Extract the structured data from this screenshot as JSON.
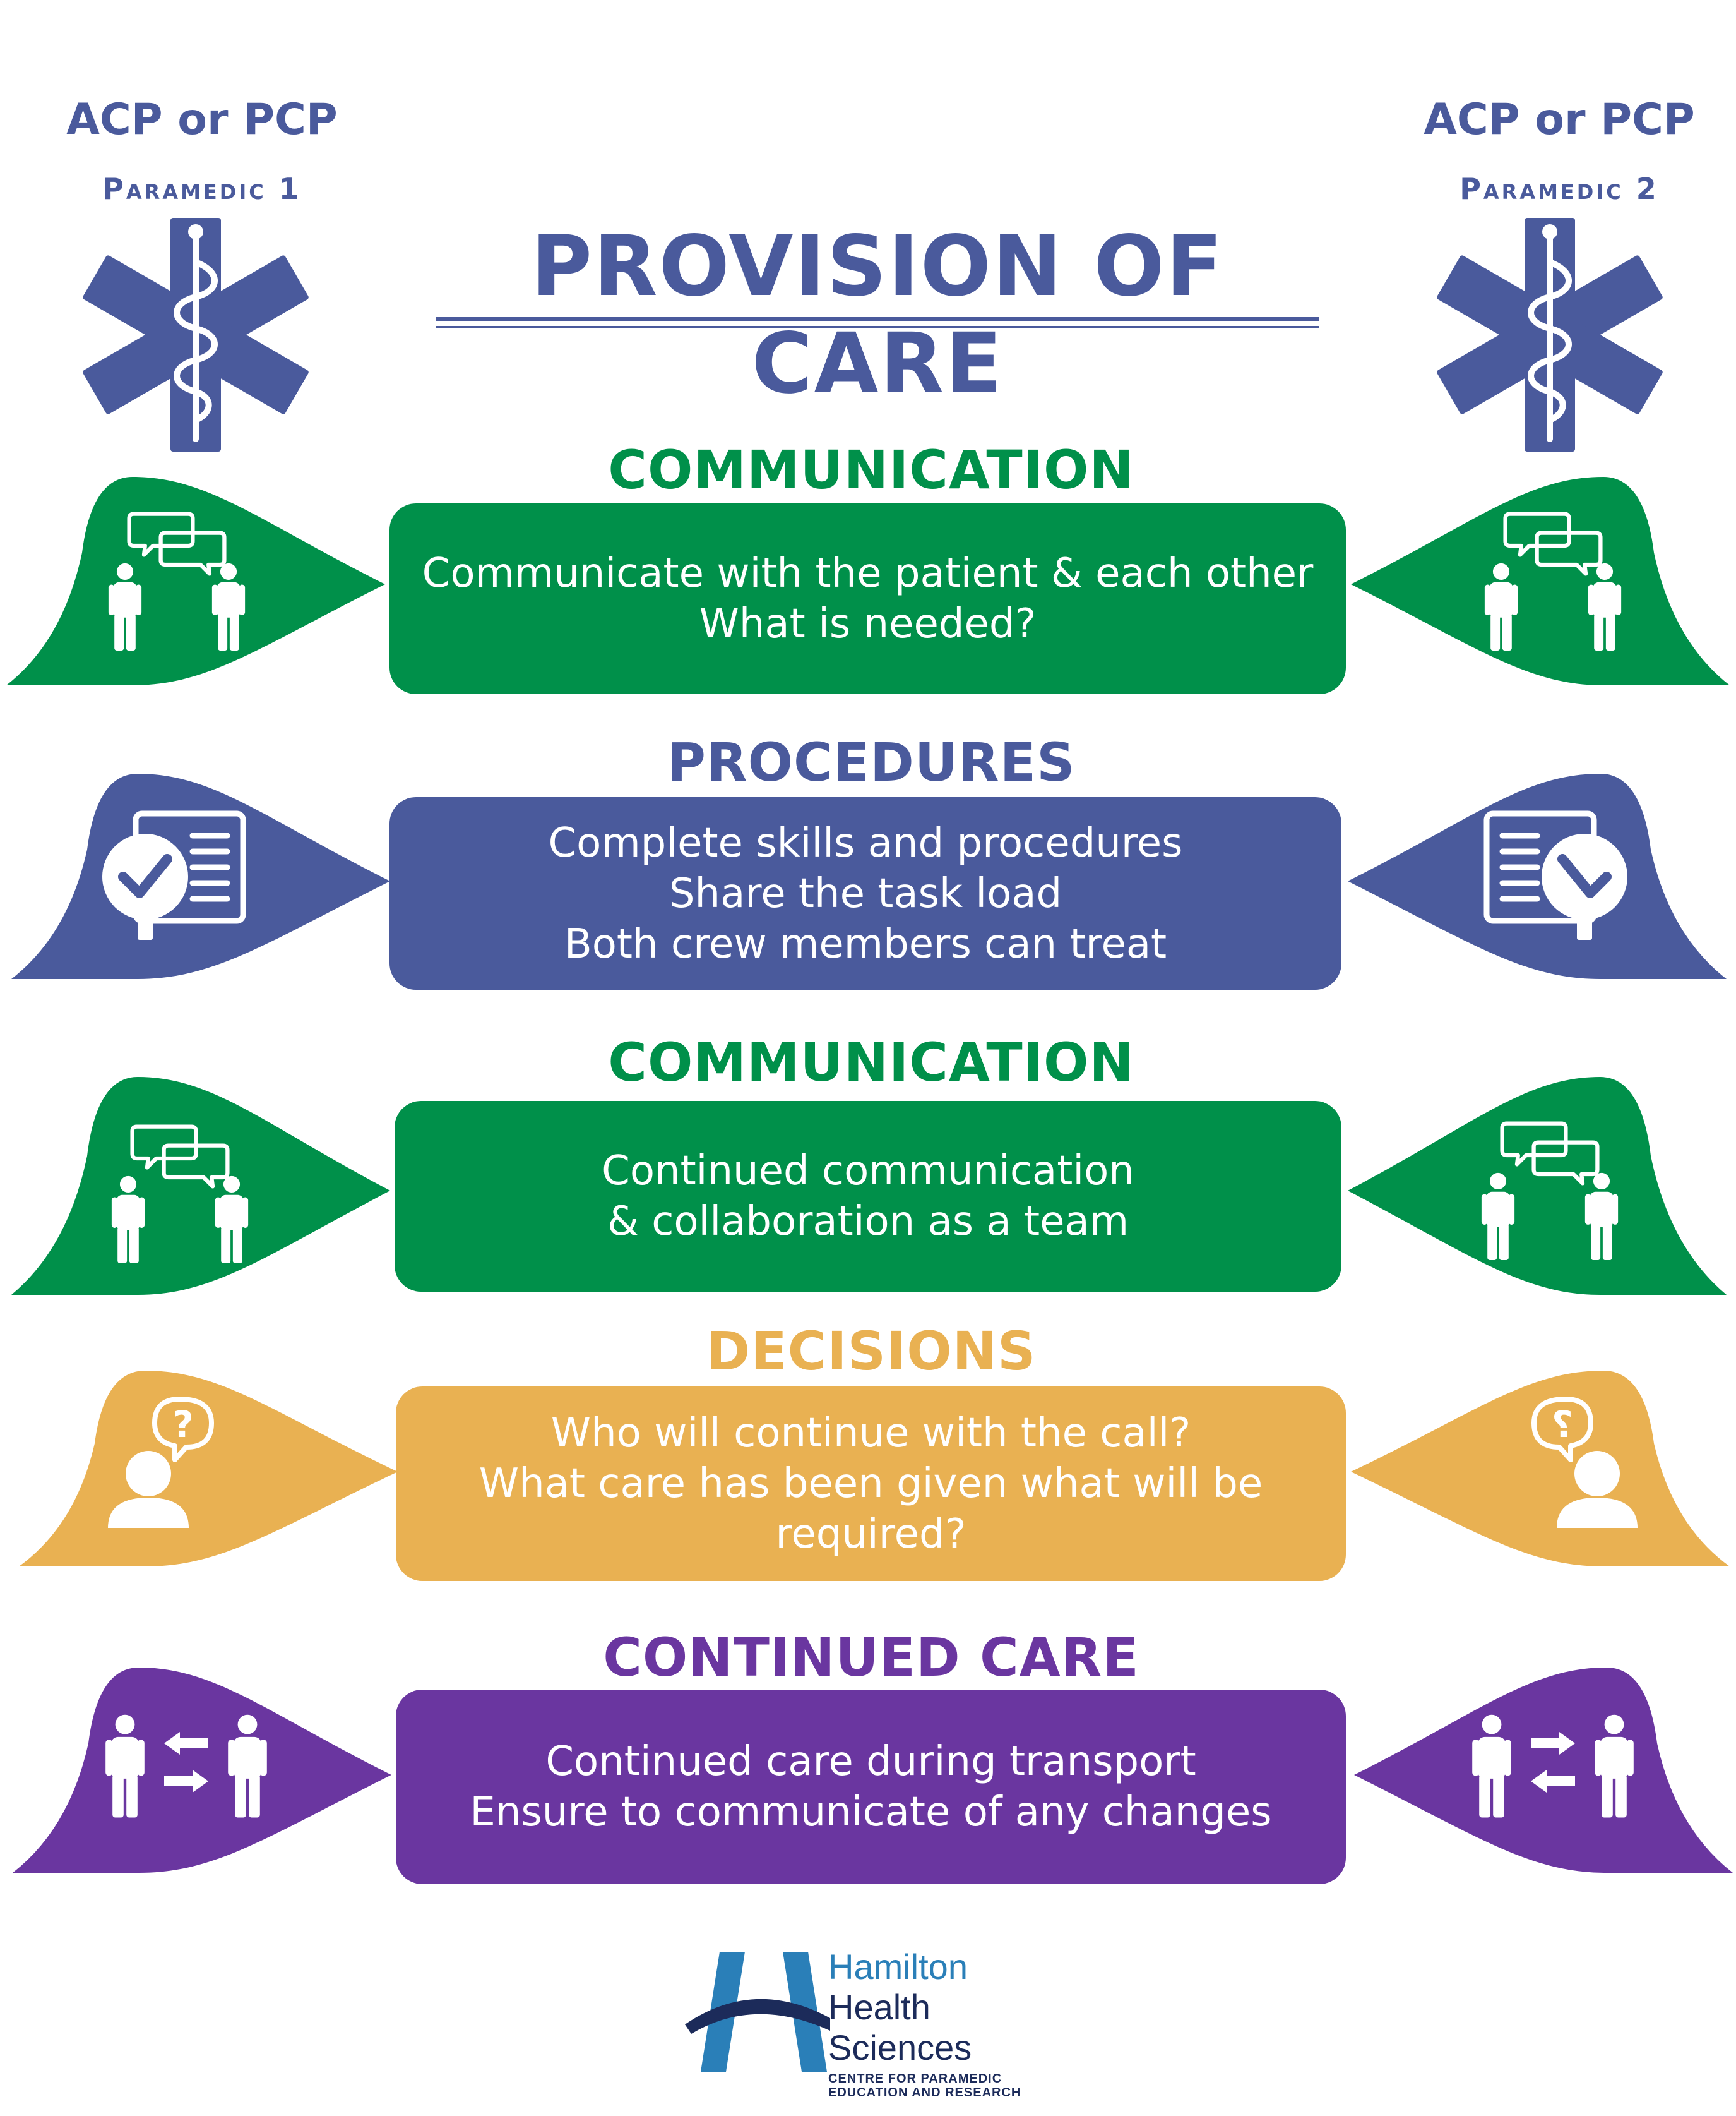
{
  "header": {
    "left_role": "ACP or PCP",
    "left_paramedic": "Paramedic 1",
    "right_role": "ACP or PCP",
    "right_paramedic": "Paramedic 2",
    "title": "PROVISION OF CARE"
  },
  "sections": [
    {
      "title": "COMMUNICATION",
      "color": "#00904a",
      "icon": "people-talking-icon",
      "lines": [
        "Communicate with the patient & each other",
        "What is needed?"
      ]
    },
    {
      "title": "PROCEDURES",
      "color": "#4a5a9c",
      "icon": "checklist-icon",
      "lines": [
        "Complete skills and procedures",
        "Share the task load",
        "Both crew members can treat"
      ]
    },
    {
      "title": "COMMUNICATION",
      "color": "#00904a",
      "icon": "people-talking-icon",
      "lines": [
        "Continued communication",
        "& collaboration as a team"
      ]
    },
    {
      "title": "DECISIONS",
      "color": "#e9b152",
      "icon": "question-person-icon",
      "lines": [
        "Who will continue with the call?",
        "What care has been given what will be",
        "required?"
      ]
    },
    {
      "title": "CONTINUED CARE",
      "color": "#6a36a0",
      "icon": "people-exchange-icon",
      "lines": [
        "Continued care during transport",
        "Ensure to communicate of any changes"
      ]
    }
  ],
  "logo": {
    "line1": "Hamilton",
    "line2": "Health",
    "line3": "Sciences",
    "sub1": "CENTRE FOR PARAMEDIC",
    "sub2": "EDUCATION AND RESEARCH"
  },
  "colors": {
    "primary_blue": "#4a5a9c",
    "green": "#00904a",
    "gold": "#e9b152",
    "purple": "#6a36a0",
    "logo_blue": "#2a7fb8",
    "logo_navy": "#1c2b5a"
  }
}
